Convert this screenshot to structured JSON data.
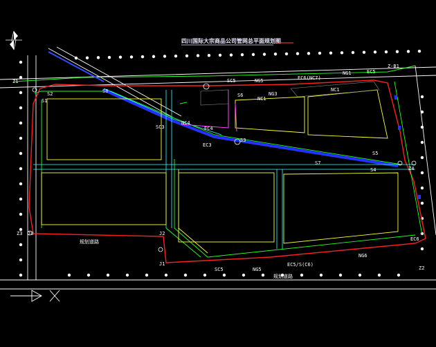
{
  "drawing": {
    "title": "四川国际大宗商品公司管网总平面规划图",
    "background": "#000000",
    "colors": {
      "road": "#ffffff",
      "red_line": "#ff2020",
      "green": "#20ff20",
      "yellow": "#ffff33",
      "cyan": "#33ffff",
      "magenta": "#ff44ff",
      "blue": "#2233ff",
      "trees": "#ffffff"
    }
  },
  "labels": {
    "s8": "S8",
    "sc5_top": "SC5",
    "ng5_top": "NG5",
    "ec6_top": "EC6(NC7)",
    "ng3": "NG3",
    "nc1_a": "NC1",
    "nc1_b": "NC1",
    "ng_right": "NG1",
    "ec5": "EC5",
    "zb1": "Z-B1",
    "s6": "S6",
    "nc4": "NC4",
    "ec4": "EC4",
    "sc3": "SC3",
    "s3": "S3",
    "ec3": "EC3",
    "s5": "S5",
    "s7": "S7",
    "s4": "S4",
    "z4": "Z4",
    "j2": "J2",
    "j3": "J3",
    "j1": "J1",
    "z3": "Z3",
    "z2": "Z2",
    "z1": "Z1",
    "sc5_bot": "SC5",
    "ng5_bot": "NG5",
    "ec5_bot": "EC5/S(C6)",
    "ng6": "NG6",
    "ec6_r": "EC6",
    "s2": "S2",
    "s1": "S1",
    "note_bottom": "规划道路",
    "note_bottom2": "规划道路"
  }
}
